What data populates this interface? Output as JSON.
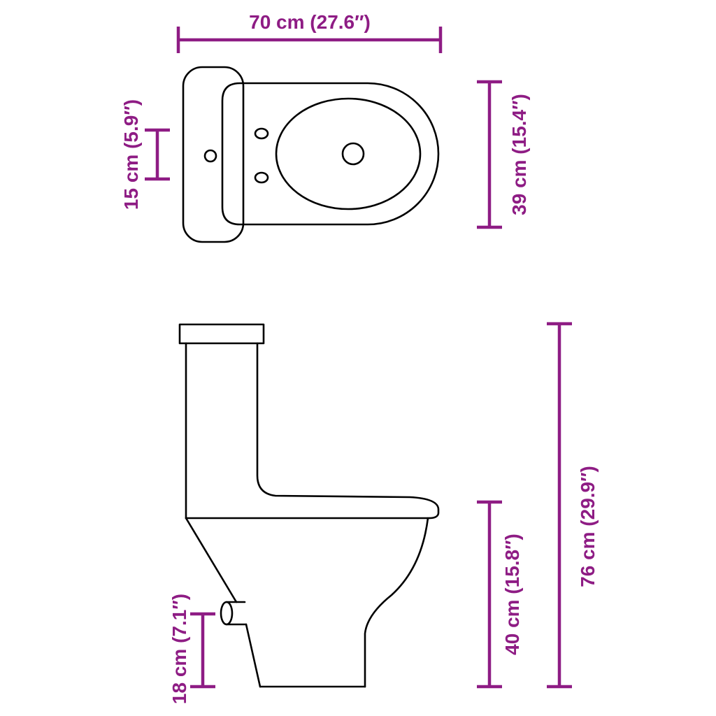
{
  "colors": {
    "line": "#000000",
    "dimension": "#8E1C84",
    "background": "#FFFFFF"
  },
  "dimensions": {
    "top_width": "70 cm (27.6″)",
    "tank_depth": "15 cm (5.9″)",
    "seat_width": "39 cm (15.4″)",
    "seat_height": "40 cm (15.8″)",
    "total_height": "76 cm (29.9″)",
    "outlet_height": "18 cm (7.1″)"
  }
}
